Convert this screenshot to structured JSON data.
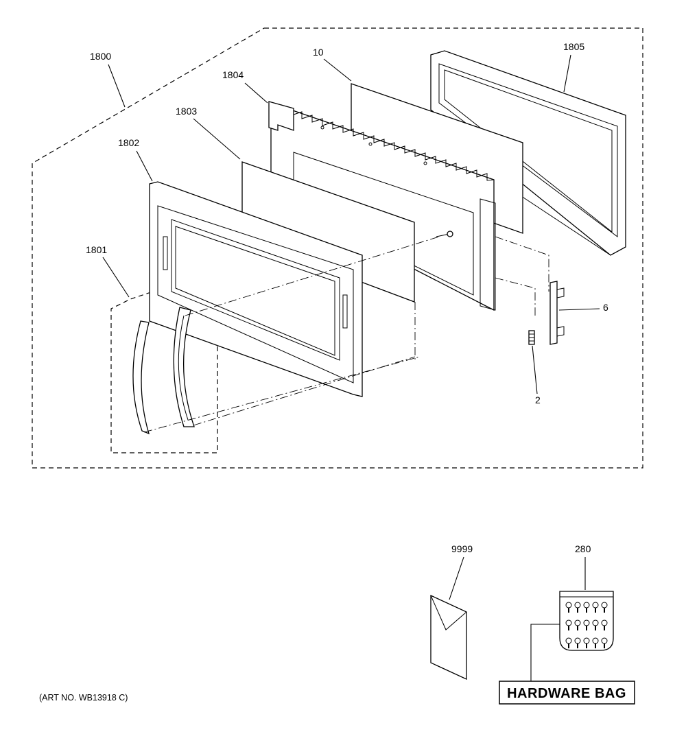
{
  "callouts": {
    "assembly_1800": "1800",
    "part_1801": "1801",
    "part_1802": "1802",
    "part_1803": "1803",
    "part_1804": "1804",
    "part_10": "10",
    "part_1805": "1805",
    "part_6": "6",
    "part_2": "2",
    "part_9999": "9999",
    "part_280": "280"
  },
  "hardware_bag_label": "HARDWARE BAG",
  "art_number": "(ART NO. WB13918 C)"
}
